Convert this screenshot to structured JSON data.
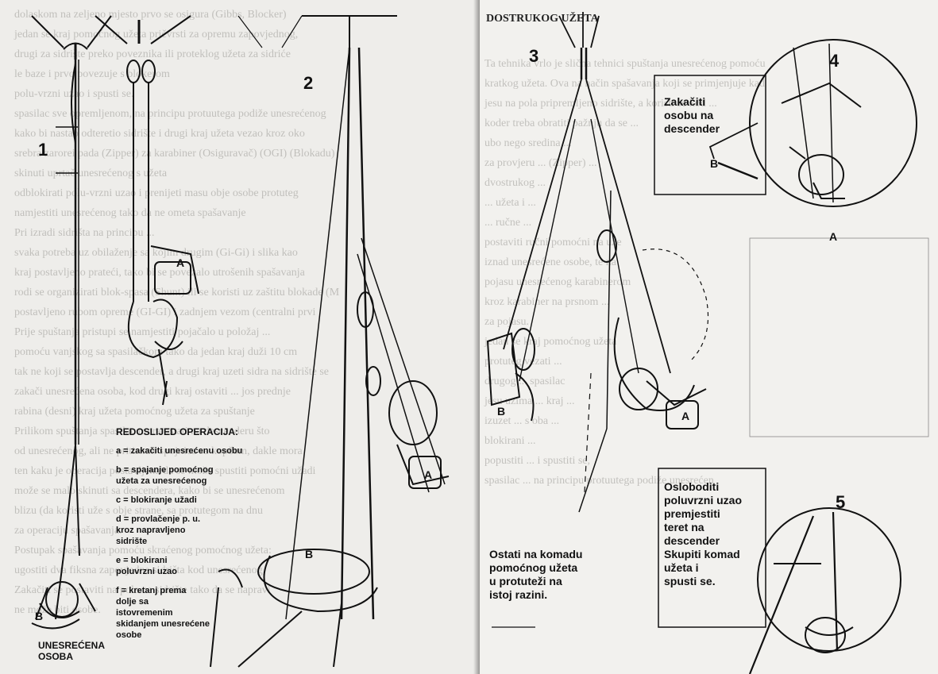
{
  "left_page": {
    "bleed_lines": [
      "dolaskom na zeljeno mjesto prvo se osigura (Gibbs, Blocker)",
      "jedan se kraj pomoćnog užeta pričvrsti za opremu zapovjednog,",
      "drugi za sidrište preko poveznika ili proteklog užeta za sidriće",
      "le baze i prvo povezuje s blokerom",
      "polu-vrzni uzao i spusti se.",
      "spasilac sve opremljenom, na principu protuutega podiže unesrećenog",
      "kako bi nastao odteretio sidrište i drugi kraj užeta vezao kroz oko",
      "srebra zarorei pada (Zipper) za karabiner (Osiguravač) (OGI) (Blokadu)",
      "skinuti uprtač unesrećenog s užeta",
      "odblokirati polu-vrzni uzao i prenijeti masu obje osobe protuteg",
      "namjestiti unesrećenog tako da ne ometa spašavanje",
      "Pri izradi sidrišta na principu ...",
      "svaka potreba uz obilaženje sa kojim drugim (Gi-Gi) i slika kao",
      "kraj postavljeno prateći, tako bi se povezalo utrošenih spašavanja",
      "rodi se organizirati blok-spasa (Shunt) ili se koristi uz zaštitu blokade (M",
      "postavljeno rubom opreme (GI-GI) i zadnjem vezom (centralni prvi",
      "Prije spuštanja pristupi se namjestiti pojačalo u položaj ...",
      "pomoću vanjskog sa spasilačkom tako da jedan kraj duži 10 cm",
      "tak ne koji se postavlja descender, a drugi kraj uzeti sidra na sidrište se",
      "zakači unesrećena osoba, kod drugi kraj ostaviti ... jos prednje",
      "rabina (desni) kraj užeta pomoćnog užeta za spuštanje",
      "Prilikom spuštanja spasilac mora ostati na descenderu što",
      "od unesrećenog, ali ne pritisnuti spojnica sa kopčom, dakle mora",
      "ten kaku je operacija postavljena da se može spustiti pomoćni užadi",
      "može se malo skinuti sa descendera, kako bi se unesrećenom",
      "blizu (da koristi uže s obje strane, sa protutegom na dnu",
      "za operaciju spašavanja.",
      "Postupak spašavanja pomoću skraćenog pomoćnog užeta:",
      "ugostiti dva fiksna zapovjedna sidrišta kod unesrećenog,",
      "Zakačiti se postaviti na pola na sidrište tako da se napravi",
      "ne može biti osobe."
    ],
    "figure1": {
      "number": "1",
      "casualty_label": "UNESREĆENA\nOSOBA",
      "letter_B": "B"
    },
    "figure2": {
      "number": "2",
      "letter_A": "A",
      "letter_B": "B"
    },
    "legend": {
      "title": "REDOSLIJED OPERACIJA:",
      "items": [
        "a = zakačiti unesrećenu osobu",
        "b = spajanje pomoćnog\n      užeta za unesrećenog",
        "c = blokiranje užadi",
        "d = provlačenje p. u.\n      kroz napravljeno\n      sidrište",
        "e = blokirani\n      poluvrzni uzao",
        "f = kretanj prema\n      dolje sa\n      istovremenim\n      skidanjem unesrećene\n      osobe"
      ]
    }
  },
  "right_page": {
    "heading": "DOSTRUKOG UŽETA",
    "bleed_lines": [
      "Ta tehnika vrlo je slična tehnici spuštanja unesrećenog pomoću",
      "kratkog užeta. Ova na način spašavanja koji se primjenjuje kad",
      "jesu na pola pripremljeno sidrište, a koristi se kod ...",
      "koder treba obratiti pažnju da se ...",
      "ubo nego sredina ...",
      "za provjeru ... (Zipper) ...",
      "dvostrukog ...",
      "... užeta i ...",
      "... ručne ...",
      "postaviti ručni pomoćni na uže",
      "iznad unesrećene osobe, te na",
      "pojasu unesrećenog karabinerom",
      "kroz karabiner na prsnom ...",
      "za pojasu.",
      "jedan se kraj pomoćnog užeta",
      "protuteg vezati ...",
      "drugog ... spasilac",
      "jesu uzima ... kraj ...",
      "izuzet ... s oba ...",
      "blokirani ...",
      "popustiti ... i spustiti se,",
      "spasilac ... na principu protuutega podiže unesrećen"
    ],
    "figure3": {
      "number": "3",
      "letter_A": "A",
      "letter_B": "B",
      "caption": "Ostati na komadu\npomoćnog užeta\nu protuteži na\nistoj razini."
    },
    "figure4": {
      "number": "4",
      "box_text": "Zakačiti\nosobu na\ndescender",
      "letter_B": "B",
      "letter_A": "A"
    },
    "figure5": {
      "number": "5",
      "box_text": "Osloboditi\npoluvrzni uzao\npremjestiti\nteret na\ndescender\nSkupiti komad\nužeta i\nspusti se."
    }
  },
  "colors": {
    "paper_left": "#eeedea",
    "paper_right": "#f2f1ee",
    "ink": "#111111",
    "bleed": "#9c9a96"
  }
}
